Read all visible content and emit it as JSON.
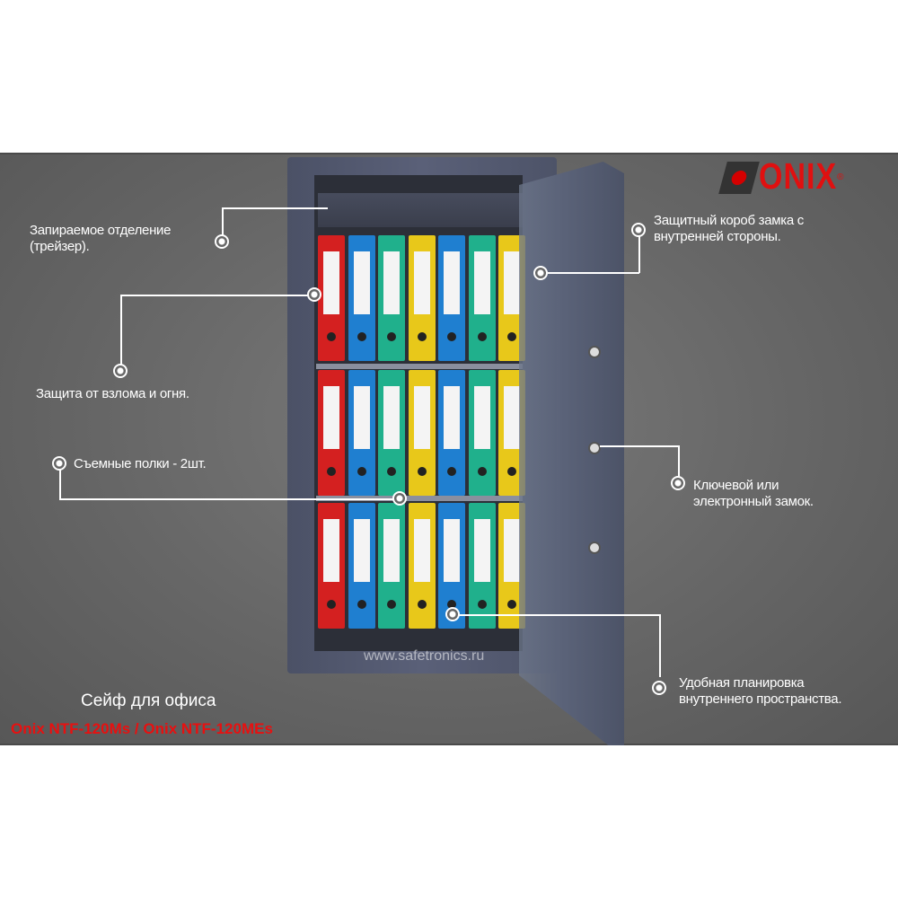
{
  "brand": {
    "logo": "ONIX",
    "registered": "®"
  },
  "callouts": {
    "tray": [
      "Запираемое отделение",
      "(трейзер)."
    ],
    "protection": "Защита от взлома и огня.",
    "shelves": "Съемные полки - 2шт.",
    "lockbox": [
      "Защитный короб  замка с",
      "внутренней стороны."
    ],
    "lock": [
      "Ключевой или",
      "электронный замок."
    ],
    "layout": [
      "Удобная планировка",
      "внутреннего пространства."
    ]
  },
  "watermark": "www.safetronics.ru",
  "title": "Сейф для офиса",
  "model": "Onix NTF-120Ms / Onix NTF-120MEs",
  "binder_colors": [
    "#d42020",
    "#1f7fd0",
    "#20b08c",
    "#e8c81a",
    "#1f7fd0",
    "#20b08c",
    "#e8c81a"
  ]
}
